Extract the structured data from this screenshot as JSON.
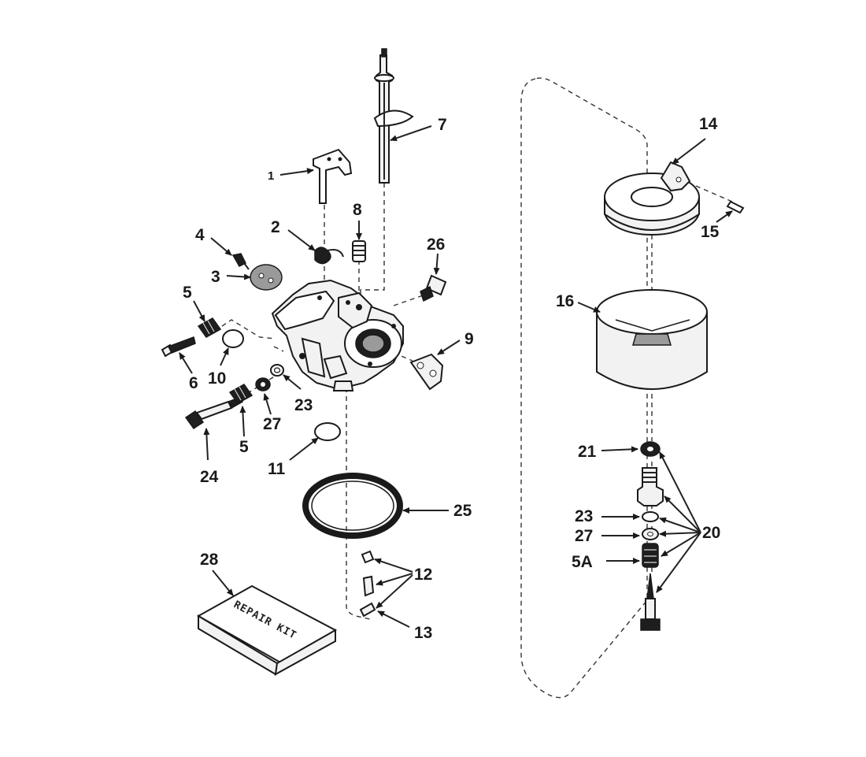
{
  "callouts": {
    "c1": "1",
    "c2": "2",
    "c3": "3",
    "c4": "4",
    "c5a": "5",
    "c5b": "5",
    "c6": "6",
    "c7": "7",
    "c8": "8",
    "c9": "9",
    "c10": "10",
    "c11": "11",
    "c12": "12",
    "c13": "13",
    "c14": "14",
    "c15": "15",
    "c16": "16",
    "c20": "20",
    "c21": "21",
    "c23a": "23",
    "c23b": "23",
    "c24": "24",
    "c25": "25",
    "c26": "26",
    "c27a": "27",
    "c27b": "27",
    "c28": "28",
    "c5A": "5A"
  },
  "repair_kit": {
    "label": "REPAIR KIT"
  }
}
